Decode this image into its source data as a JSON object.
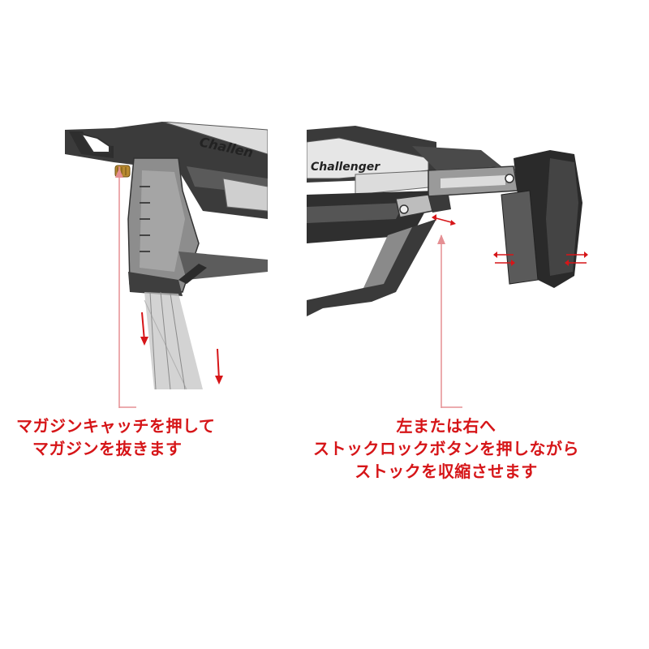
{
  "left": {
    "brand_text": "Challen",
    "caption_line1": "マガジンキャッチを押して",
    "caption_line2": "マガジンを抜きます"
  },
  "right": {
    "brand_text": "Challenger",
    "caption_line1": "左または右へ",
    "caption_line2": "ストックロックボタンを押しながら",
    "caption_line3": "ストックを収縮させます"
  },
  "colors": {
    "accent_red": "#d61518",
    "callout_pink": "#e58f93",
    "body_dark": "#3a3a3a",
    "magazine_gray": "#b8b8b8",
    "brass": "#b8892e"
  }
}
